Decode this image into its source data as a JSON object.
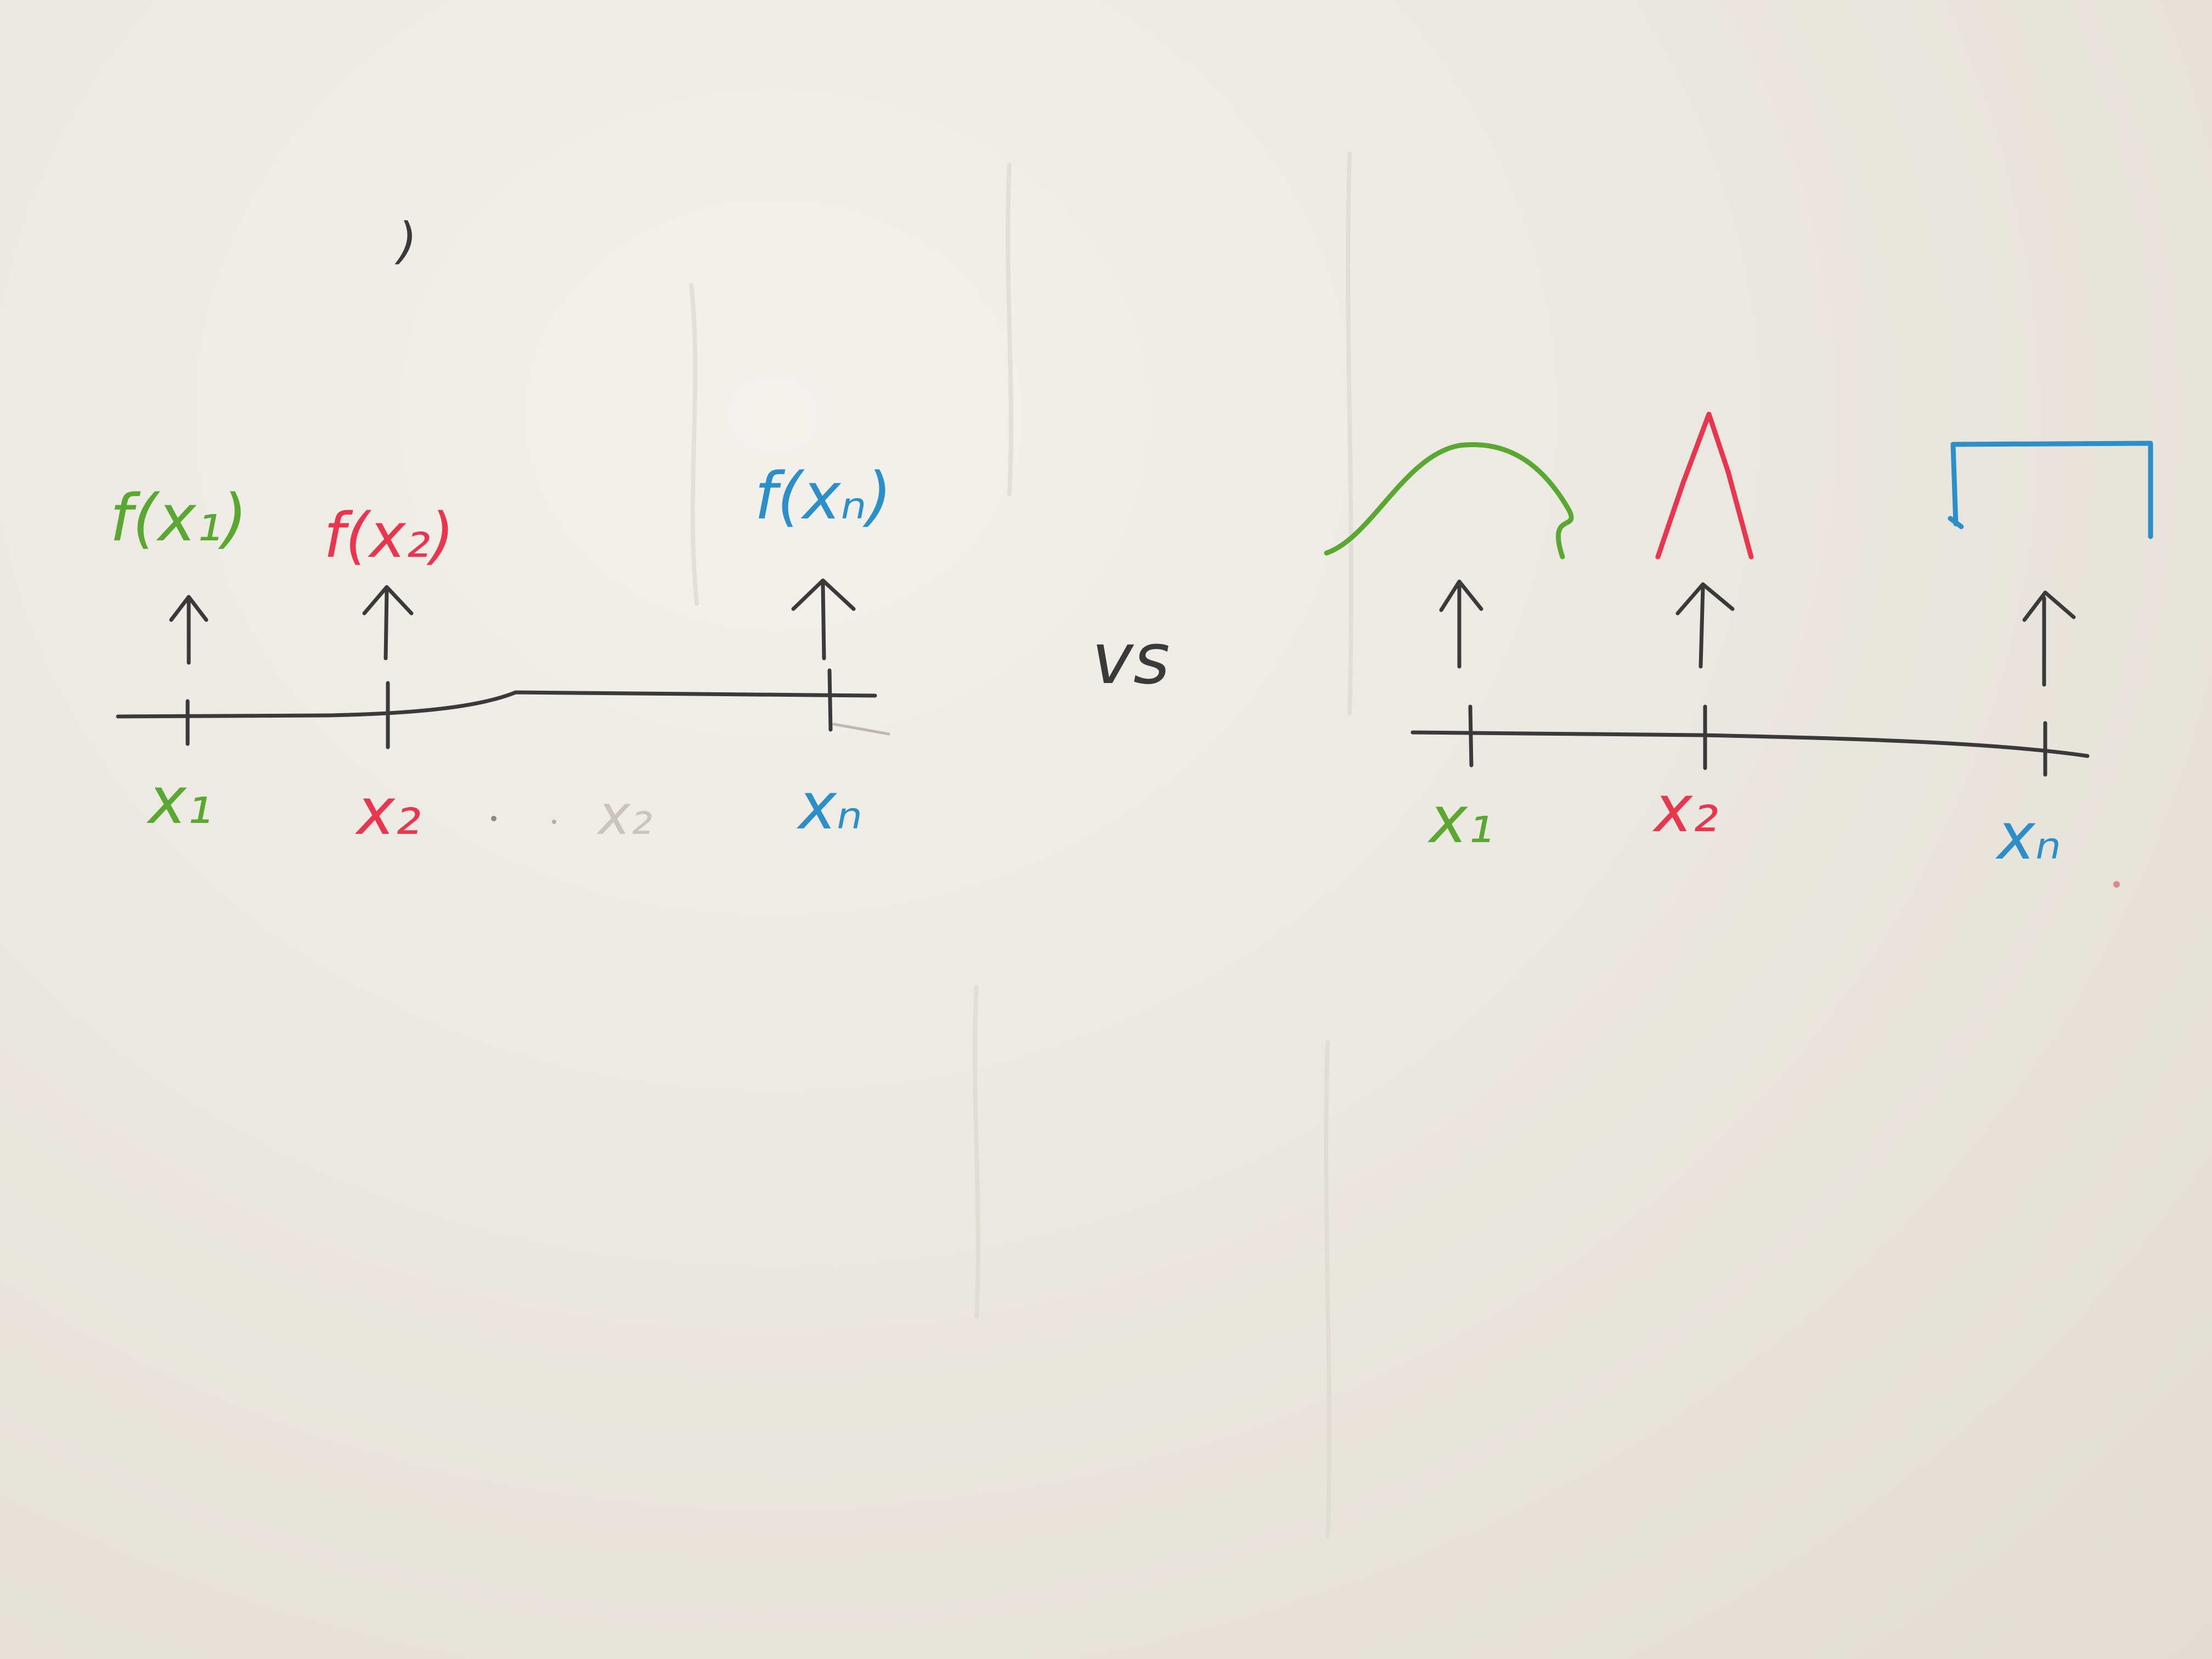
{
  "colors": {
    "board": "#ece9e2",
    "black": "#3a3a3a",
    "green": "#5aa832",
    "red": "#e8364f",
    "blue": "#2d8fc8",
    "ghost": "#c9c5bd"
  },
  "left_panel": {
    "value_labels": [
      "f(x₁)",
      "f(x₂)",
      "f(xₙ)"
    ],
    "point_labels": [
      "x₁",
      "x₂",
      "xₙ"
    ],
    "faint_label": "x₂"
  },
  "separator": "vs",
  "right_panel": {
    "point_labels": [
      "x₁",
      "x₂",
      "xₙ"
    ],
    "distribution_shapes": [
      "bell-curve",
      "spike",
      "uniform-box"
    ]
  },
  "stray_mark": ")"
}
